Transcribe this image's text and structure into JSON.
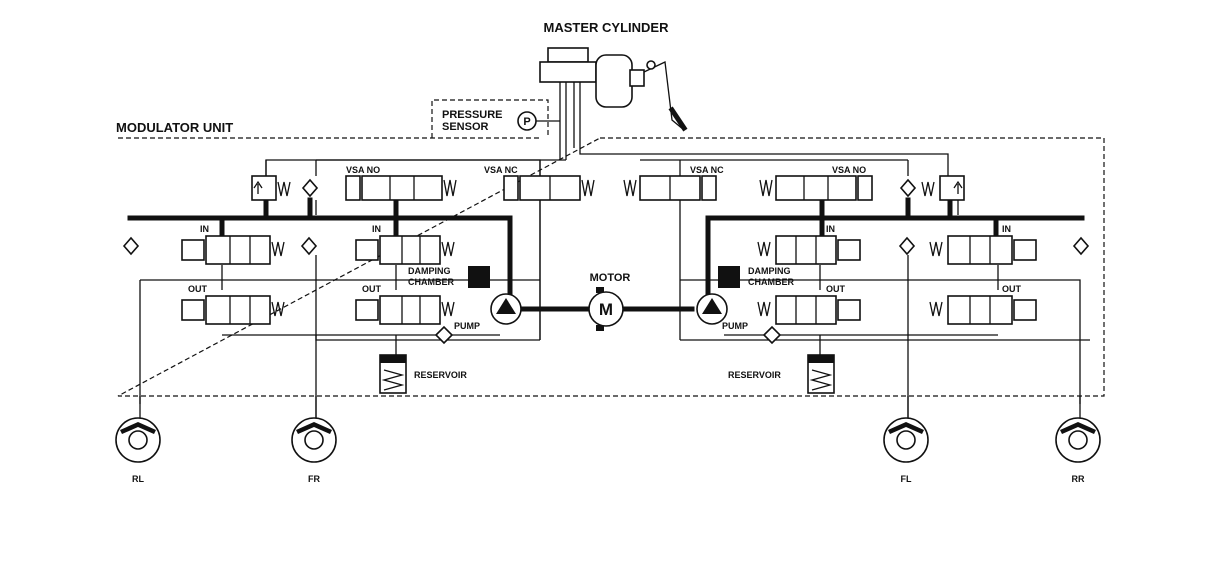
{
  "labels": {
    "master_cylinder": "MASTER CYLINDER",
    "modulator_unit": "MODULATOR UNIT",
    "pressure_sensor_1": "PRESSURE",
    "pressure_sensor_2": "SENSOR",
    "pressure_sensor_symbol": "P",
    "vsa_no": "VSA NO",
    "vsa_nc": "VSA NC",
    "in": "IN",
    "out": "OUT",
    "damping_chamber_1": "DAMPING",
    "damping_chamber_2": "CHAMBER",
    "motor": "MOTOR",
    "motor_symbol": "M",
    "pump": "PUMP",
    "reservoir": "RESERVOIR",
    "wheels": [
      "RL",
      "FR",
      "FL",
      "RR"
    ]
  }
}
